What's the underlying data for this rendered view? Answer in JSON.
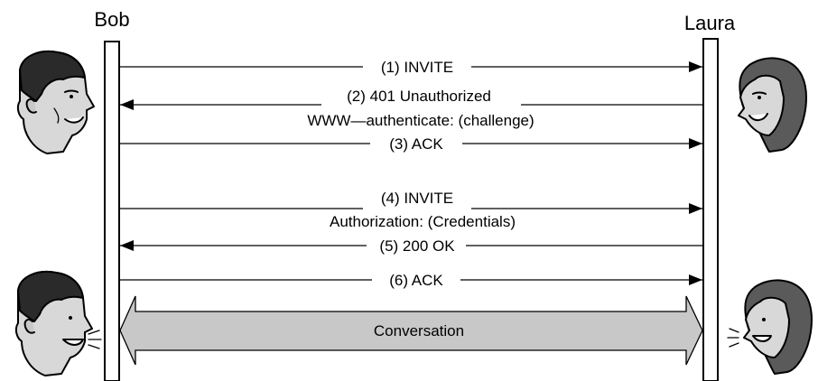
{
  "participants": {
    "left": "Bob",
    "right": "Laura"
  },
  "messages": [
    {
      "step": "(1) INVITE",
      "detail": "",
      "direction": "right"
    },
    {
      "step": "(2) 401 Unauthorized",
      "detail": "WWW—authenticate: (challenge)",
      "direction": "left"
    },
    {
      "step": "(3) ACK",
      "detail": "",
      "direction": "right"
    },
    {
      "step": "(4) INVITE",
      "detail": "Authorization: (Credentials)",
      "direction": "right"
    },
    {
      "step": "(5) 200 OK",
      "detail": "",
      "direction": "left"
    },
    {
      "step": "(6) ACK",
      "detail": "",
      "direction": "right"
    }
  ],
  "conversation": {
    "label": "Conversation",
    "fill_color": "#c8c8c8"
  },
  "icons": {
    "left_top": "man-smiling-face-icon",
    "left_bottom": "man-talking-face-icon",
    "right_top": "woman-smiling-face-icon",
    "right_bottom": "woman-talking-face-icon"
  }
}
